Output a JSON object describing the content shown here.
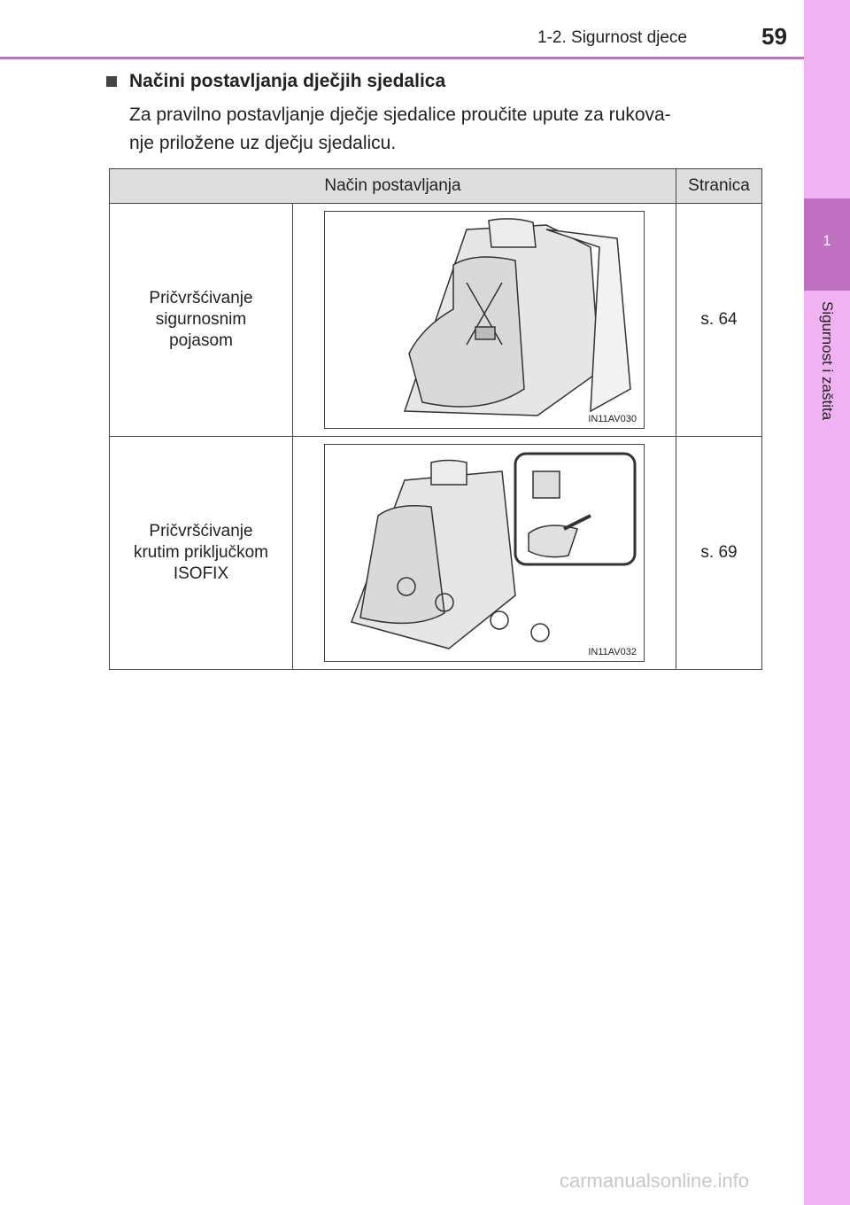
{
  "header": {
    "section": "1-2. Sigurnost djece",
    "page": "59"
  },
  "sidebar": {
    "chapter": "1",
    "title": "Sigurnost i zaštita"
  },
  "content": {
    "heading": "Načini postavljanja dječjih sjedalica",
    "intro_lines": [
      "Za pravilno postavljanje dječje sjedalice proučite upute za rukova-",
      "nje priložene uz dječju sjedalicu."
    ]
  },
  "table": {
    "headers": [
      "Način postavljanja",
      "Stranica"
    ],
    "rows": [
      {
        "method_lines": [
          "Pričvršćivanje",
          "sigurnosnim",
          "pojasom"
        ],
        "image_code": "IN11AV030",
        "page": "s. 64"
      },
      {
        "method_lines": [
          "Pričvršćivanje",
          "krutim priključkom",
          "ISOFIX"
        ],
        "image_code": "IN11AV032",
        "page": "s. 69"
      }
    ]
  },
  "watermark": "carmanualsonline.info"
}
